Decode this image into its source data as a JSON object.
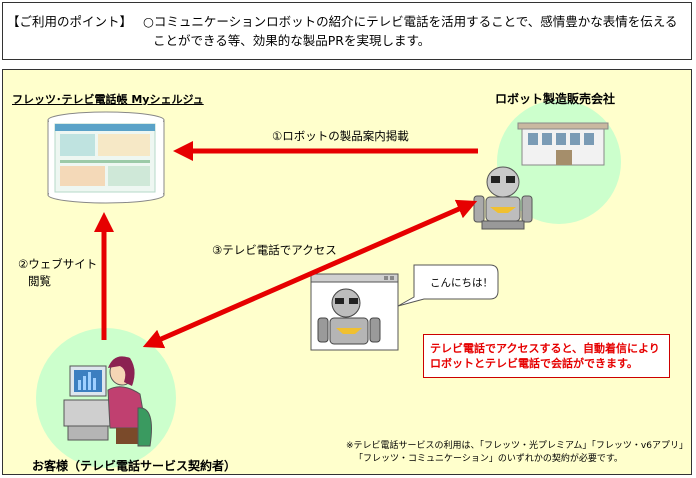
{
  "top": {
    "header": "【ご利用のポイント】",
    "line1": "○コミュニケーションロボットの紹介にテレビ電話を活用することで、感情豊かな表情を伝える",
    "line2": "ことができる等、効果的な製品PRを実現します。"
  },
  "nodes": {
    "server_label": "フレッツ･テレビ電話帳 Myシェルジュ",
    "company_label": "ロボット製造販売会社",
    "customer_label": "お客様（テレビ電話サービス契約者）"
  },
  "steps": {
    "step1": "①ロボットの製品案内掲載",
    "step2_a": "②ウェブサイト",
    "step2_b": "閲覧",
    "step3": "③テレビ電話でアクセス"
  },
  "bubble": "こんにちは！",
  "callout": {
    "line1": "テレビ電話でアクセスすると、自動着信により",
    "line2": "ロボットとテレビ電話で会話ができます。"
  },
  "note": {
    "line1": "※テレビ電話サービスの利用は、「フレッツ・光プレミアム」「フレッツ・v6アプリ」",
    "line2": "「フレッツ・コミュニケーション」のいずれかの契約が必要です。"
  },
  "colors": {
    "panel_bg": "#ffffcc",
    "arrow": "#e60000",
    "circle": "#ccffcc"
  }
}
